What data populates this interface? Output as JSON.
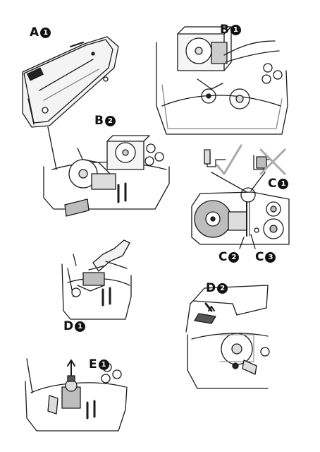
{
  "labels": {
    "a1": {
      "letter": "A",
      "num": "1"
    },
    "b1": {
      "letter": "B",
      "num": "1"
    },
    "b2": {
      "letter": "B",
      "num": "2"
    },
    "c1": {
      "letter": "C",
      "num": "1"
    },
    "c2": {
      "letter": "C",
      "num": "2"
    },
    "c3": {
      "letter": "C",
      "num": "3"
    },
    "d1": {
      "letter": "D",
      "num": "1"
    },
    "d2": {
      "letter": "D",
      "num": "2"
    },
    "e1": {
      "letter": "E",
      "num": "1"
    }
  },
  "icons": {
    "correct": "check-icon",
    "incorrect": "cross-icon"
  },
  "colors": {
    "line": "#1a1a1a",
    "shade": "#bdbdbd",
    "dark_shade": "#7a7a7a"
  }
}
